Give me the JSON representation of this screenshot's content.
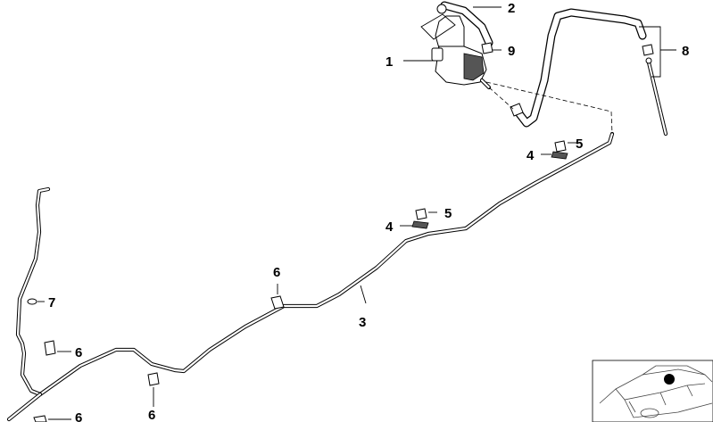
{
  "callouts": [
    {
      "id": "c1",
      "text": "1"
    },
    {
      "id": "c2",
      "text": "2"
    },
    {
      "id": "c3",
      "text": "3"
    },
    {
      "id": "c4a",
      "text": "4"
    },
    {
      "id": "c4b",
      "text": "4"
    },
    {
      "id": "c5a",
      "text": "5"
    },
    {
      "id": "c5b",
      "text": "5"
    },
    {
      "id": "c6a",
      "text": "6"
    },
    {
      "id": "c6b",
      "text": "6"
    },
    {
      "id": "c6c",
      "text": "6"
    },
    {
      "id": "c6d",
      "text": "6"
    },
    {
      "id": "c7",
      "text": "7"
    },
    {
      "id": "c8",
      "text": "8"
    },
    {
      "id": "c9",
      "text": "9"
    }
  ],
  "colors": {
    "line": "#000000",
    "background": "#ffffff"
  }
}
